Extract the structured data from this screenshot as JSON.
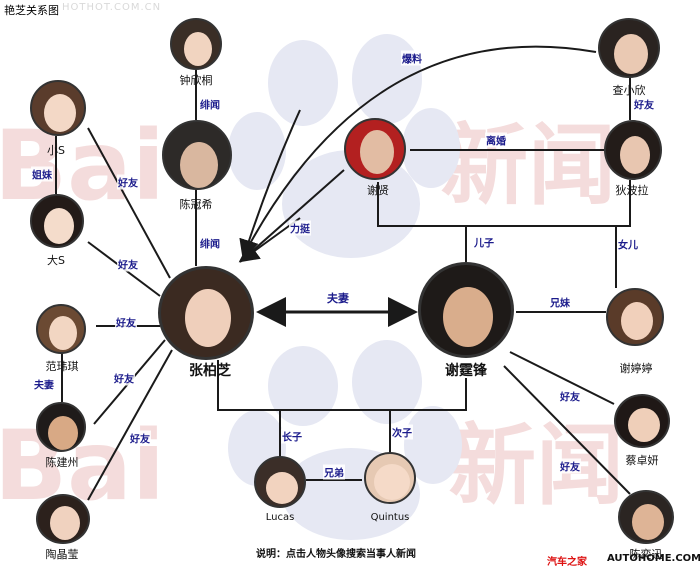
{
  "title": "艳芝关系图",
  "title_ghost": "HOTHOT.COM.CN",
  "watermarks": {
    "brand_left": "Bai",
    "brand_right": "新闻",
    "color": "#f4dcdc",
    "paw_color": "#e6e8f3"
  },
  "center_relation": "夫妻",
  "people": {
    "zhongxintong": "钟欣桐",
    "chenguanxi": "陈冠希",
    "xiaos": "小S",
    "das": "大S",
    "fanweiqi": "范玮琪",
    "chenjianzhou": "陈建州",
    "taojingying": "陶晶莹",
    "zhangbozhi": "张柏芝",
    "xietingfeng": "谢霆锋",
    "lucas": "Lucas",
    "quintus": "Quintus",
    "zhaxiaoxin": "查小欣",
    "xiexian": "谢贤",
    "dibola": "狄波拉",
    "xietingting": "谢婷婷",
    "caizhuoyan": "蔡卓妍",
    "chenyixun": "陈奕迅"
  },
  "relations": {
    "zhong_chen": "绯闻",
    "chen_zhang": "绯闻",
    "xiaos_das": "姐妹",
    "xiaos_zhang": "好友",
    "das_zhang": "好友",
    "fan_zhang": "好友",
    "fan_chenjz": "夫妻",
    "chenjz_zhang": "好友",
    "tao_zhang": "好友",
    "zha_zhang": "爆料",
    "zha_di": "好友",
    "xiexian_di": "离婚",
    "xiexian_zhang": "力挺",
    "parents_xie": "儿子",
    "parents_tingting": "女儿",
    "xie_tingting": "兄妹",
    "xie_cai": "好友",
    "xie_chenyx": "好友",
    "eldest_son": "长子",
    "second_son": "次子",
    "brothers": "兄弟"
  },
  "note": "说明：点击人物头像搜索当事人新闻",
  "footer": {
    "site": "汽车之家",
    "url": "AUTOHOME.COM.CN"
  },
  "colors": {
    "line": "#1a1a1a",
    "relation_text": "#1c1c8c",
    "footer_red": "#dd1111"
  }
}
